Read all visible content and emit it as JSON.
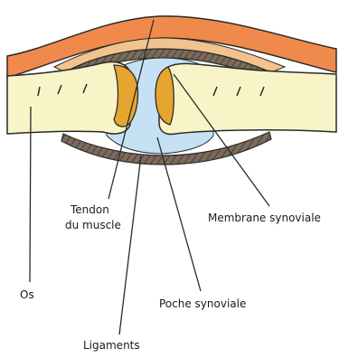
{
  "labels": {
    "os": "Os",
    "tendon_line1": "Tendon",
    "tendon_line2": "du muscle",
    "membrane": "Membrane synoviale",
    "poche": "Poche synoviale",
    "ligaments": "Ligaments"
  },
  "colors": {
    "bone_fill": "#f8f4c8",
    "cartilage_fill": "#e6a52e",
    "synovial_fluid": "#c5e2f4",
    "ligament_fill": "#6a5c4c",
    "tendon_muscle": "#f08a4c",
    "membrane_band": "#f2c38e",
    "outline": "#2a2a2a"
  }
}
